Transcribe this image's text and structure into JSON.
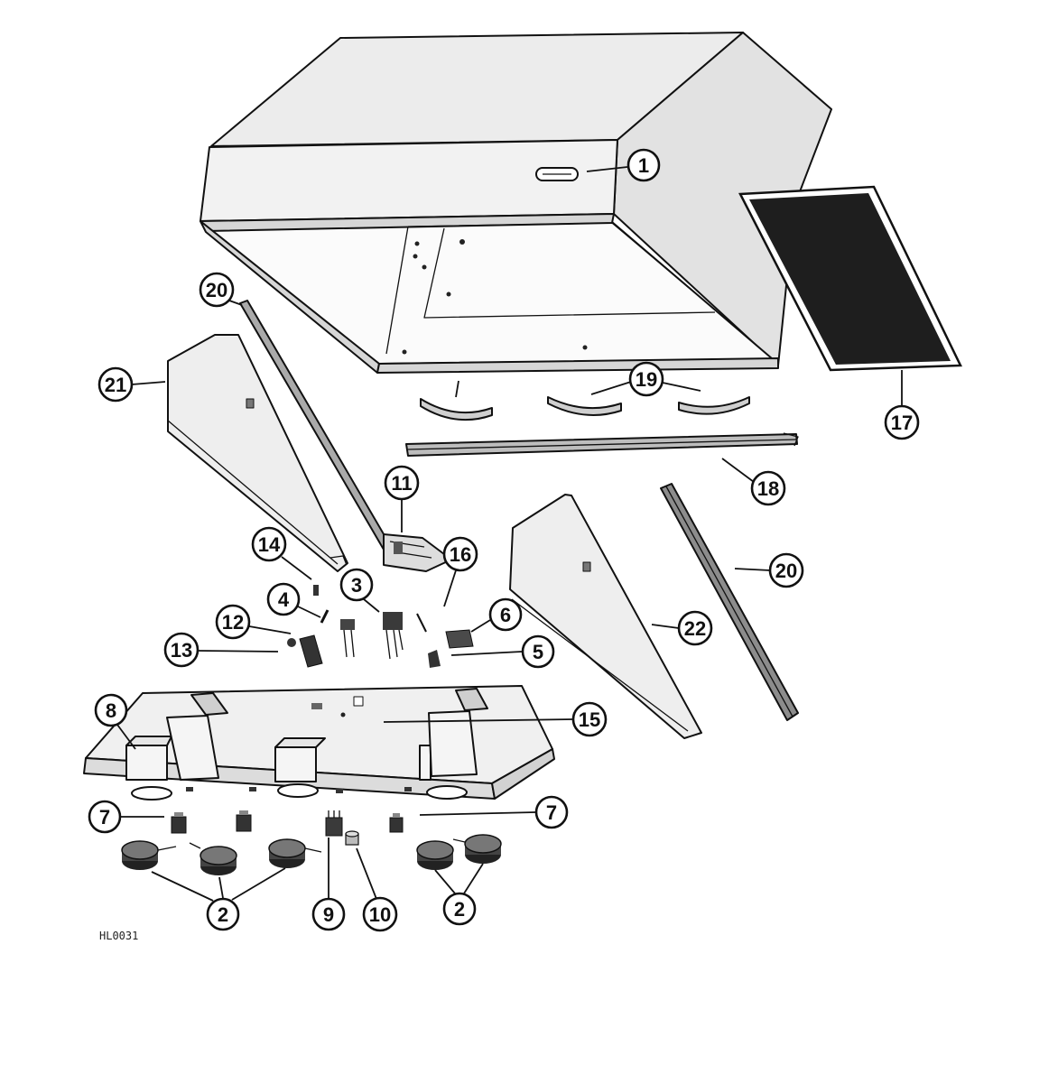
{
  "diagram": {
    "callouts": [
      "1",
      "20",
      "21",
      "19",
      "17",
      "18",
      "11",
      "16",
      "14",
      "3",
      "4",
      "6",
      "20",
      "12",
      "22",
      "13",
      "5",
      "8",
      "15",
      "7",
      "7",
      "2",
      "9",
      "10",
      "2"
    ],
    "code": "HL0031"
  }
}
